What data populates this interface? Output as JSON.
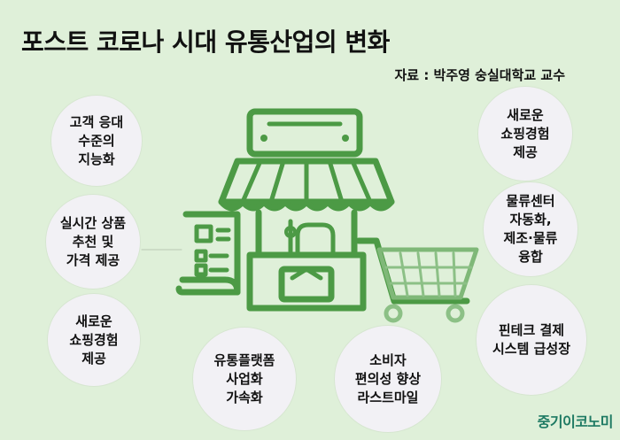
{
  "title": "포스트 코로나 시대 유통산업의 변화",
  "source": "자료 : 박주영 숭실대학교 교수",
  "bubbles": [
    {
      "text": "고객 응대\n수준의\n지능화"
    },
    {
      "text": "실시간 상품\n추천 및\n가격 제공"
    },
    {
      "text": "새로운\n쇼핑경험\n제공"
    },
    {
      "text": "유통플랫폼\n사업화\n가속화"
    },
    {
      "text": "소비자\n편의성 향상\n라스트마일"
    },
    {
      "text": "새로운\n쇼핑경험\n제공"
    },
    {
      "text": "물류센터\n자동화,\n제조·물류\n융합"
    },
    {
      "text": "핀테크 결제\n시스템 급성장"
    }
  ],
  "brand": "중기이코노미",
  "colors": {
    "background": "#dff0d9",
    "bubble": "#f2f1f5",
    "illustration": "#4c9a45",
    "brand": "#1e7a63"
  }
}
